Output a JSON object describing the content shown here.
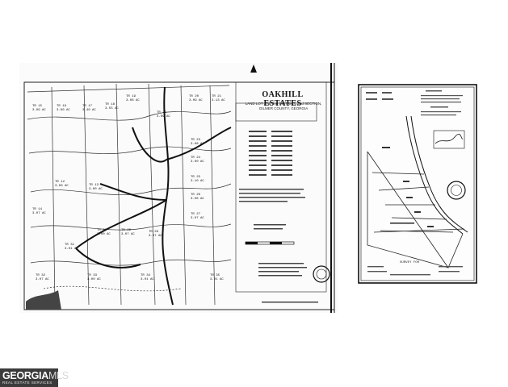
{
  "plat": {
    "title": "OAKHILL ESTATES",
    "subtitle": "LAND LOT 276, 2nd DISTRICT, 2nd SECTION, GILMER COUNTY, GEORGIA",
    "lots": [
      {
        "id": "TR 15",
        "acres": "3.09 AC"
      },
      {
        "id": "TR 16",
        "acres": "3.90 AC"
      },
      {
        "id": "TR 17",
        "acres": "3.40 AC"
      },
      {
        "id": "TR 18",
        "acres": "3.55 AC"
      },
      {
        "id": "TR 19",
        "acres": "3.08 AC"
      },
      {
        "id": "TR 20",
        "acres": "3.09 AC"
      },
      {
        "id": "TR 21",
        "acres": "3.13 AC"
      },
      {
        "id": "TR 22",
        "acres": "3.09 AC"
      },
      {
        "id": "TR 23",
        "acres": "3.08 AC"
      },
      {
        "id": "TR 24",
        "acres": "3.00 AC"
      },
      {
        "id": "TR 25",
        "acres": "3.10 AC"
      },
      {
        "id": "TR 26",
        "acres": "3.06 AC"
      },
      {
        "id": "TR 27",
        "acres": "3.07 AC"
      },
      {
        "id": "TR 28",
        "acres": "3.07 AC"
      },
      {
        "id": "TR 29",
        "acres": "3.07 AC"
      },
      {
        "id": "TR 30",
        "acres": "3.00 AC"
      },
      {
        "id": "TR 31",
        "acres": "3.01 AC"
      },
      {
        "id": "TR 32",
        "acres": "3.07 AC"
      },
      {
        "id": "TR 33",
        "acres": "3.00 AC"
      },
      {
        "id": "TR 34",
        "acres": "3.01 AC"
      },
      {
        "id": "TR 35",
        "acres": "3.01 AC"
      },
      {
        "id": "TR 12",
        "acres": "3.00 AC"
      },
      {
        "id": "TR 13",
        "acres": "3.00 AC"
      },
      {
        "id": "TR 14",
        "acres": "3.07 AC"
      }
    ]
  },
  "survey": {
    "caption": "SURVEY FOR"
  },
  "watermark": {
    "brand_a": "GEORGIA",
    "brand_b": "MLS",
    "tagline": "REAL ESTATE SERVICES"
  },
  "colors": {
    "ink": "#1a1a1a",
    "logo_bg": "#3b3b3b"
  }
}
